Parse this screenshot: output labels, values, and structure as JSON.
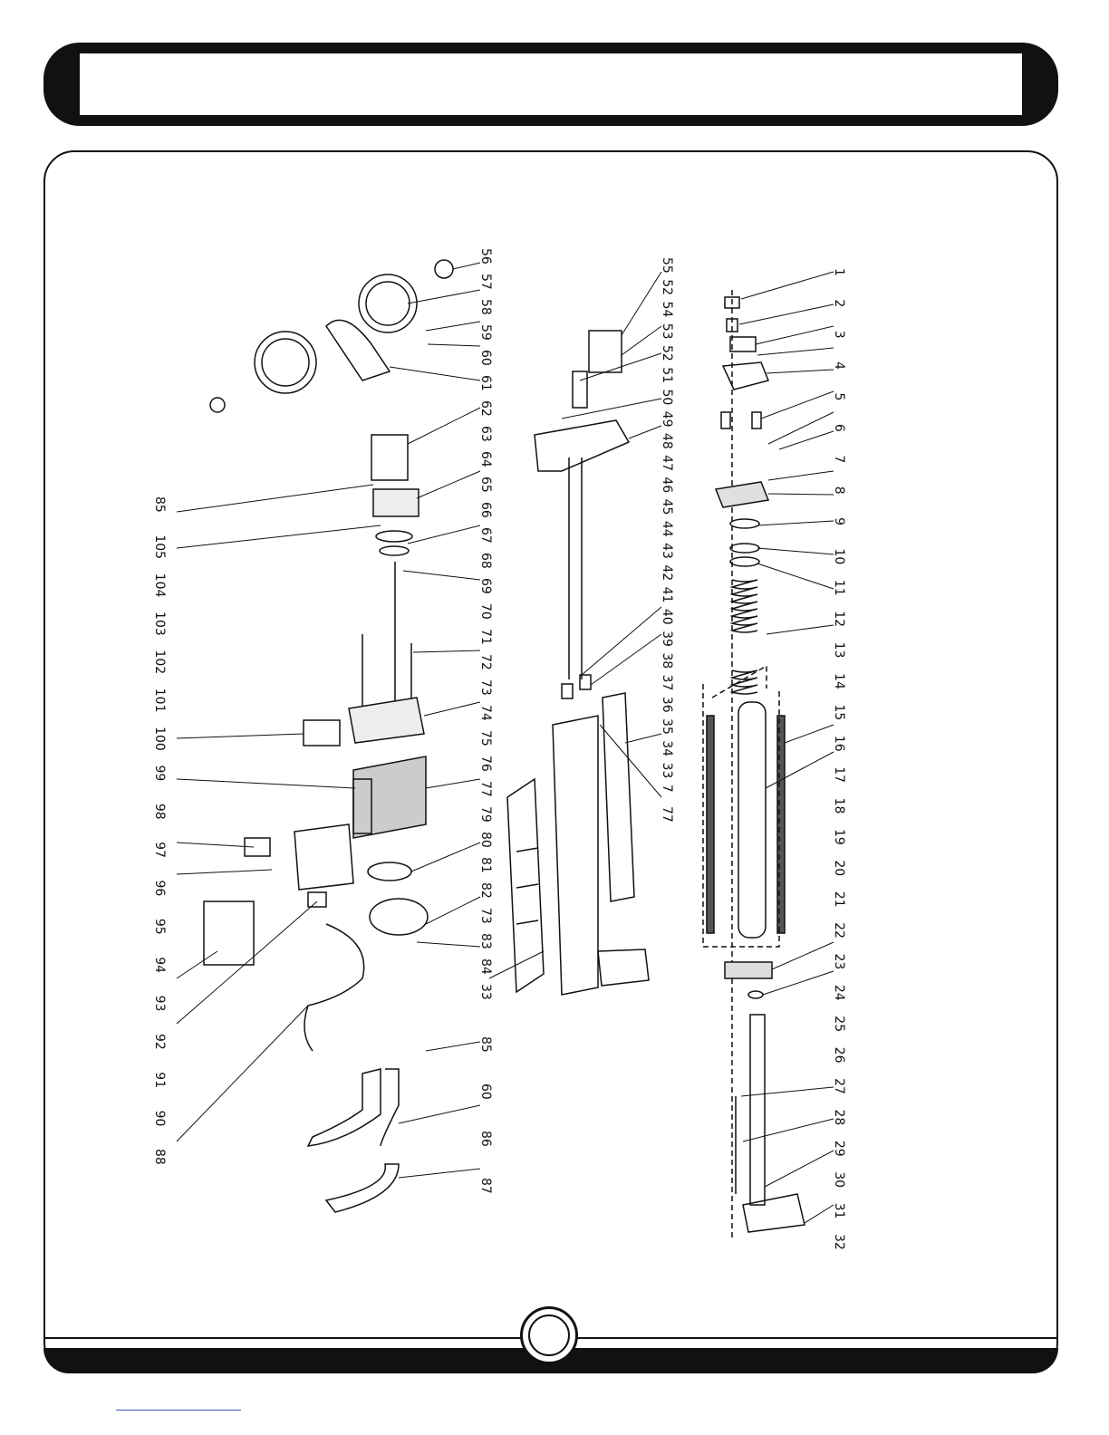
{
  "header": {
    "title": ""
  },
  "diagram": {
    "labels_right": [
      "1",
      "2",
      "3",
      "4",
      "5",
      "6",
      "7",
      "8",
      "9",
      "10",
      "11",
      "12",
      "13",
      "14",
      "15",
      "16",
      "17",
      "18",
      "19",
      "20",
      "21",
      "22",
      "23",
      "24",
      "25",
      "26",
      "27",
      "28",
      "29",
      "30",
      "31",
      "32"
    ],
    "labels_middle": [
      "55",
      "52",
      "54",
      "53",
      "52",
      "51",
      "50",
      "49",
      "48",
      "47",
      "46",
      "45",
      "44",
      "43",
      "42",
      "41",
      "40",
      "39",
      "38",
      "37",
      "36",
      "35",
      "34",
      "33",
      "7",
      "77"
    ],
    "labels_left_top": [
      "56",
      "57",
      "58",
      "59",
      "60",
      "61",
      "62",
      "63",
      "64",
      "65",
      "66",
      "67",
      "68",
      "69",
      "70",
      "71",
      "72",
      "73",
      "74",
      "75",
      "76",
      "77",
      "79",
      "80",
      "81",
      "82",
      "73",
      "83",
      "84",
      "33"
    ],
    "labels_left_side": [
      "85",
      "105",
      "104",
      "103",
      "102",
      "101",
      "100",
      "99",
      "98",
      "97",
      "96",
      "95",
      "94",
      "93",
      "92",
      "91",
      "90",
      "88"
    ],
    "labels_bottom": [
      "85",
      "60",
      "86",
      "87"
    ]
  }
}
